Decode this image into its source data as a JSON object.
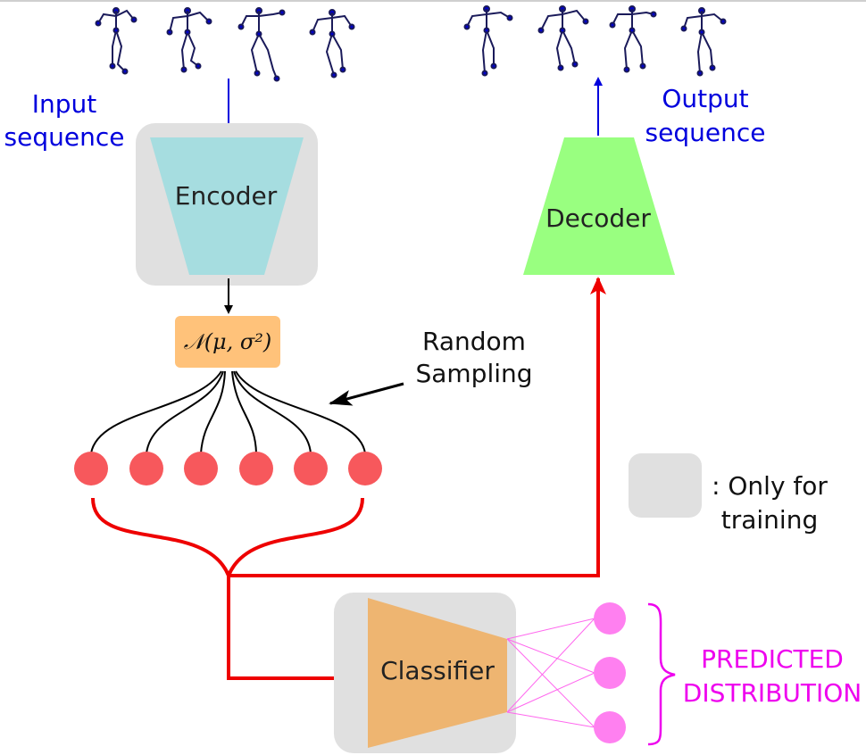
{
  "input": {
    "line1": "Input",
    "line2": "sequence"
  },
  "output": {
    "line1": "Output",
    "line2": "sequence"
  },
  "encoder": {
    "label": "Encoder"
  },
  "decoder": {
    "label": "Decoder"
  },
  "latent": {
    "label": "𝒩(μ, σ²)"
  },
  "sampling": {
    "line1": "Random",
    "line2": "Sampling"
  },
  "legend": {
    "line1": ": Only for",
    "line2": "training"
  },
  "classifier": {
    "label": "Classifier"
  },
  "prediction": {
    "line1": "PREDICTED",
    "line2": "DISTRIBUTION"
  },
  "colors": {
    "encoder": "#a6dde0",
    "decoder": "#99ff80",
    "latent": "#ffc27a",
    "classifier": "#eeb571",
    "training_box": "#e0e0e0",
    "sample": "#f7585c",
    "output_node": "#ff80f0",
    "blue_text": "#0000dd",
    "magenta": "#ee00ee",
    "red_arrow": "#ee0000"
  }
}
